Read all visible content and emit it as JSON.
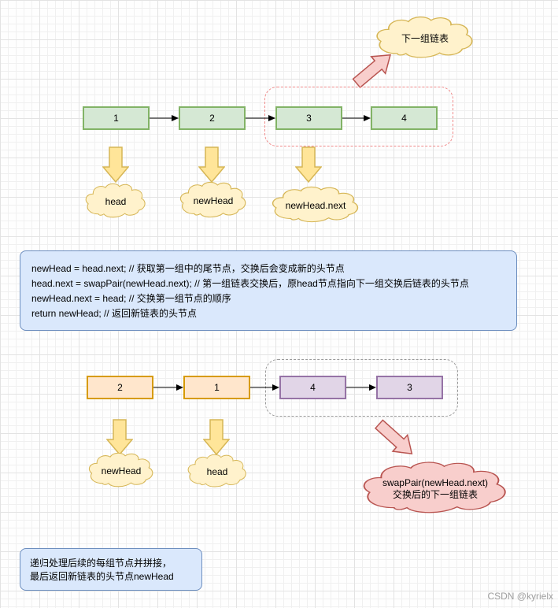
{
  "colors": {
    "node_green_fill": "#d5e8d4",
    "node_green_border": "#82b366",
    "node_orange_fill": "#ffe6cc",
    "node_orange_border": "#d79b00",
    "node_purple_fill": "#e1d5e7",
    "node_purple_border": "#9673a6",
    "cloud_yellow_fill": "#fff2cc",
    "cloud_yellow_border": "#d6b656",
    "cloud_pink_fill": "#f8cecc",
    "cloud_pink_border": "#b85450",
    "code_block_fill": "#dae8fc",
    "code_block_border": "#6c8ebf",
    "dashed_red": "#f08a8a",
    "dashed_gray": "#9a9a9a"
  },
  "top_diagram": {
    "next_group_cloud": "下一组链表",
    "nodes": [
      {
        "label": "1"
      },
      {
        "label": "2"
      },
      {
        "label": "3"
      },
      {
        "label": "4"
      }
    ],
    "clouds": [
      {
        "label": "head"
      },
      {
        "label": "newHead"
      },
      {
        "label": "newHead.next"
      }
    ]
  },
  "code_block": {
    "lines": [
      "newHead = head.next;    // 获取第一组中的尾节点，交换后会变成新的头节点",
      "head.next = swapPair(newHead.next);   // 第一组链表交换后，原head节点指向下一组交换后链表的头节点",
      "newHead.next = head;  // 交换第一组节点的顺序",
      "return newHead;   // 返回新链表的头节点"
    ]
  },
  "bottom_diagram": {
    "nodes": [
      {
        "label": "2"
      },
      {
        "label": "1"
      },
      {
        "label": "4"
      },
      {
        "label": "3"
      }
    ],
    "clouds": [
      {
        "label": "newHead"
      },
      {
        "label": "head"
      }
    ],
    "pink_cloud": {
      "line1": "swapPair(newHead.next)",
      "line2": "交换后的下一组链表"
    }
  },
  "note_block": {
    "lines": [
      "递归处理后续的每组节点并拼接，",
      "最后返回新链表的头节点newHead"
    ]
  },
  "watermark": "CSDN @kyrielx"
}
